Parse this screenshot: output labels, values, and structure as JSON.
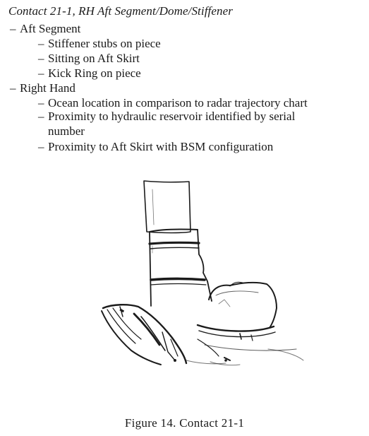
{
  "document": {
    "heading": "Contact 21-1, RH Aft Segment/Dome/Stiffener",
    "outline": [
      {
        "label": "Aft Segment",
        "level": 1
      },
      {
        "label": "Stiffener stubs on piece",
        "level": 2
      },
      {
        "label": "Sitting on Aft Skirt",
        "level": 2
      },
      {
        "label": "Kick Ring on piece",
        "level": 2
      },
      {
        "label": "Right Hand",
        "level": 1
      },
      {
        "label": "Ocean location in comparison to radar trajectory chart",
        "level": 2
      },
      {
        "label": "Proximity to hydraulic reservoir identified by serial",
        "continuation": "number",
        "level": 2
      },
      {
        "label": "Proximity to Aft Skirt with BSM configuration",
        "level": 2
      }
    ],
    "dash": "–",
    "figure_caption": "Figure 14. Contact 21-1"
  }
}
